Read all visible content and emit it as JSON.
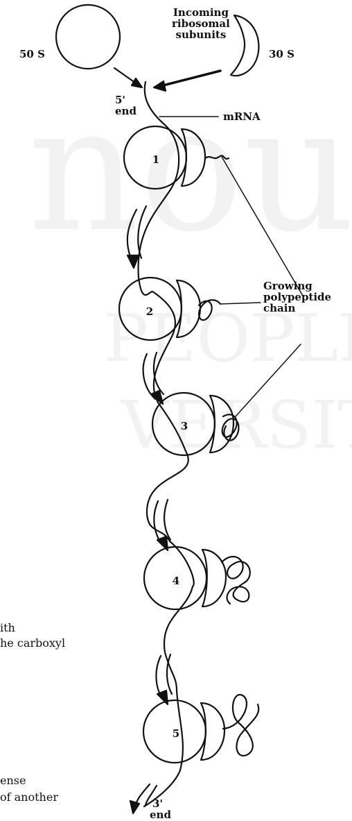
{
  "labels": {
    "incoming": [
      "Incoming",
      "ribosomal",
      "subunits"
    ],
    "large_subunit": "50 S",
    "small_subunit": "30 S",
    "five_prime": [
      "5'",
      "end"
    ],
    "mrna": "mRNA",
    "growing": [
      "Growing",
      "polypeptide",
      "chain"
    ],
    "three_prime": [
      "3'",
      "end"
    ]
  },
  "ribosomes": [
    "1",
    "2",
    "3",
    "4",
    "5"
  ],
  "edge_text": [
    "ith",
    "he carboxyl",
    "ense",
    "of another"
  ],
  "watermark": [
    "nou",
    "PEOPLE'S",
    "VERSITY"
  ],
  "colors": {
    "ink": "#111111",
    "watermark": "#f2f2f2",
    "background": "#ffffff"
  }
}
